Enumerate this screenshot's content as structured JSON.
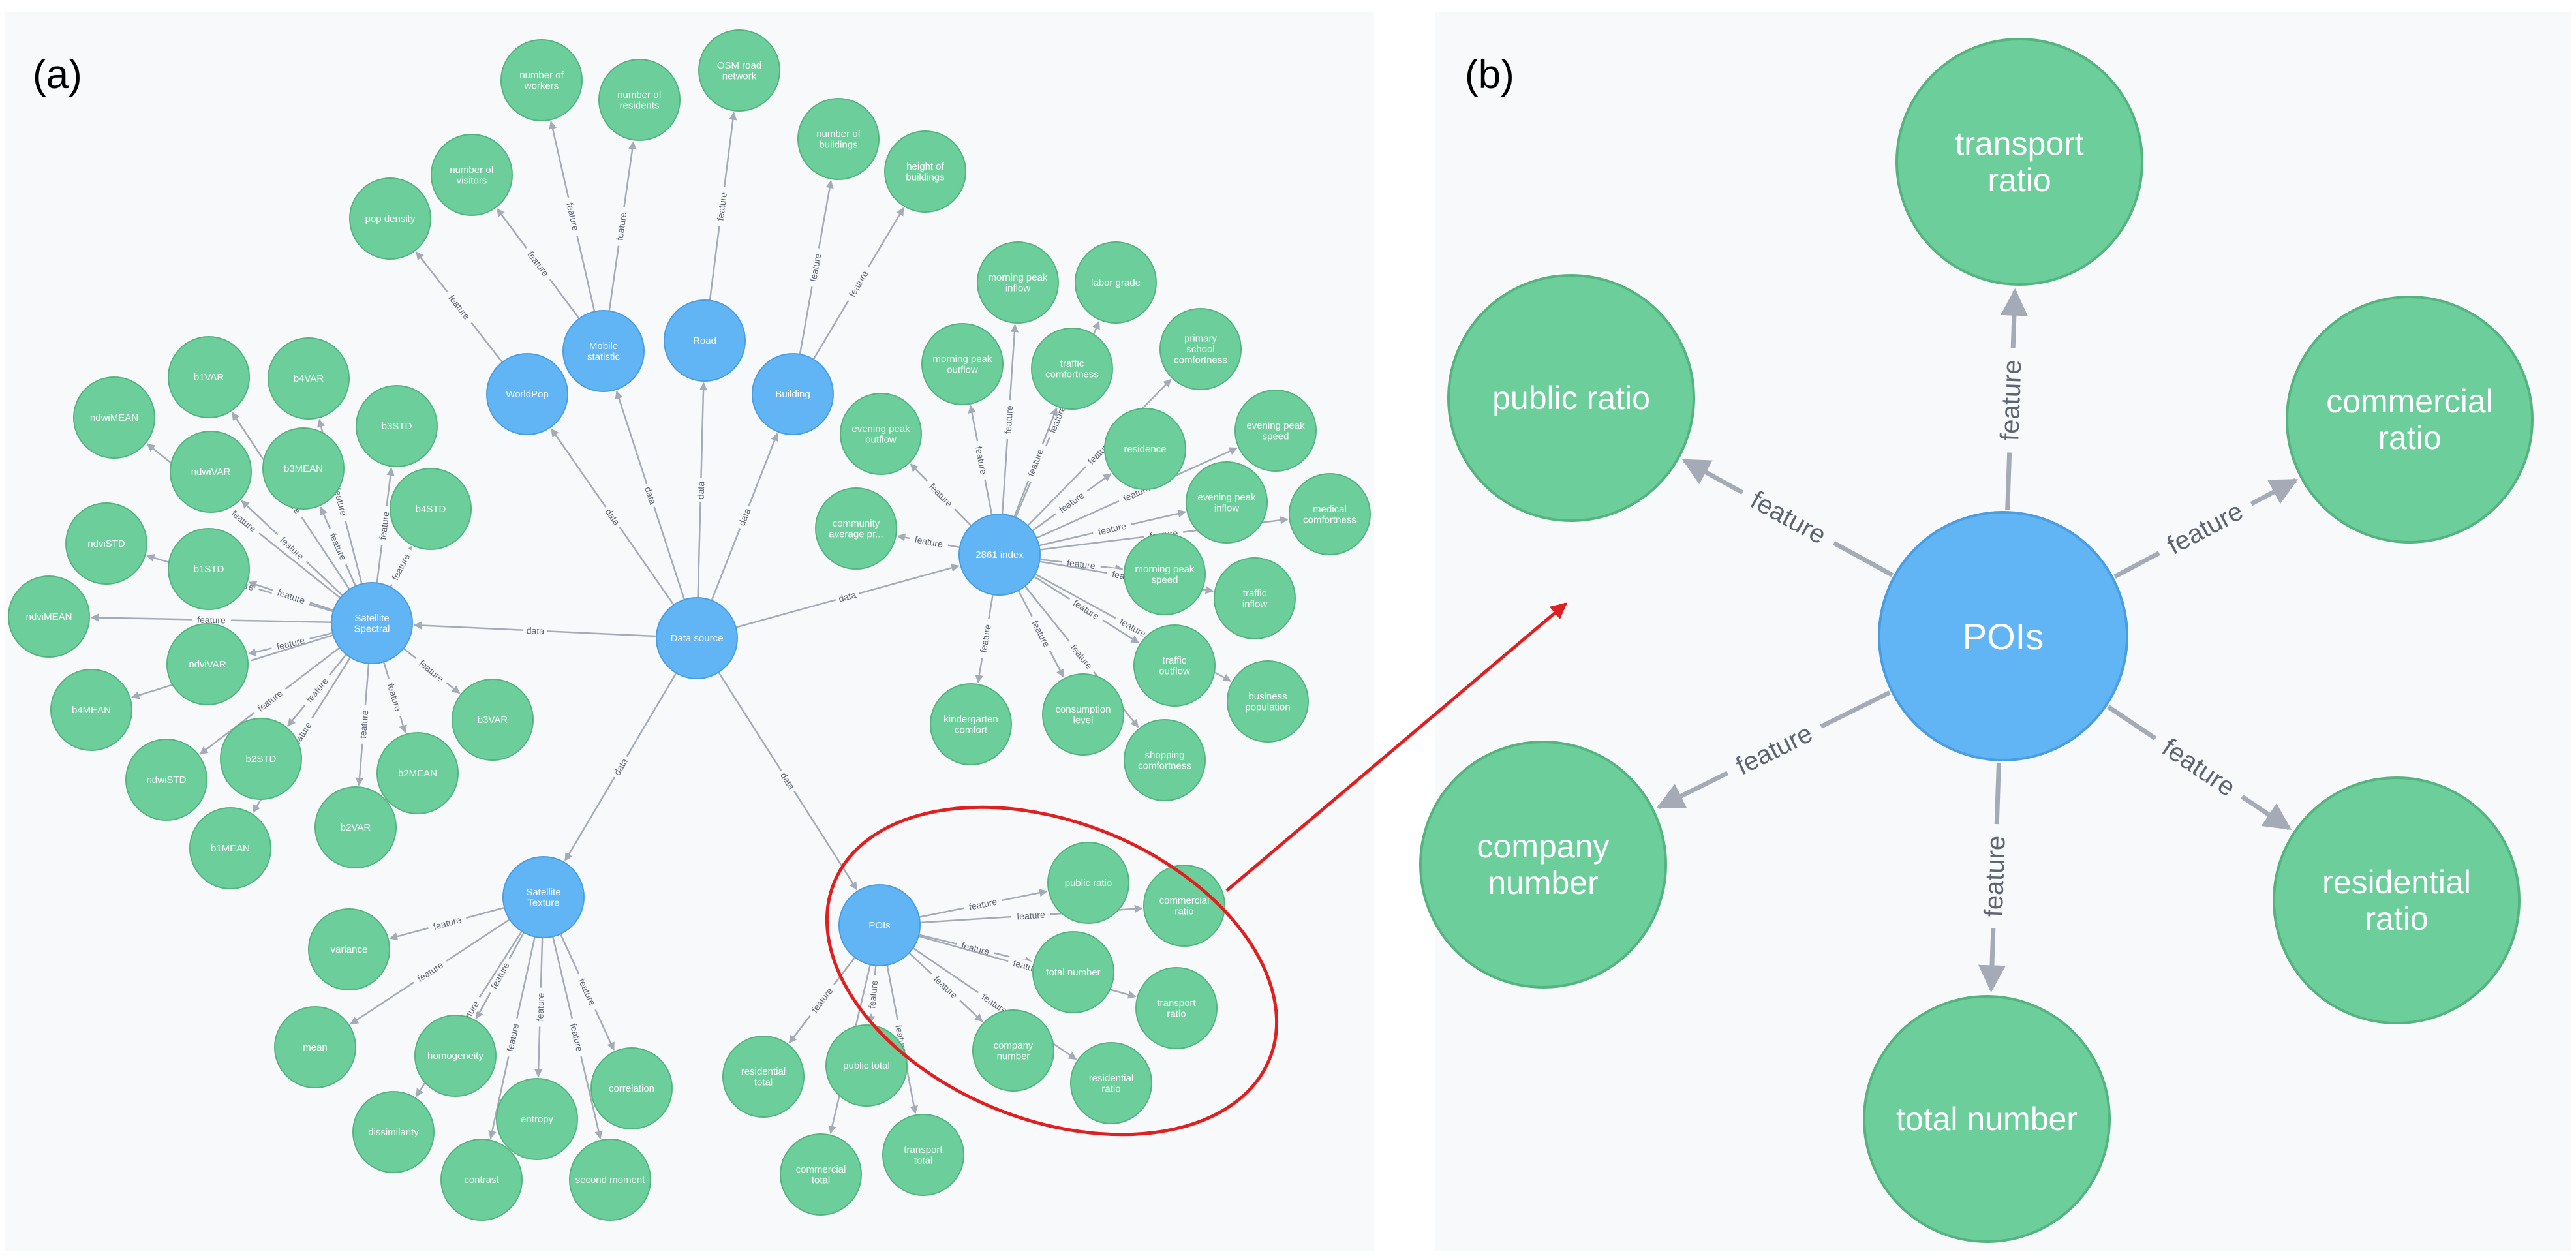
{
  "panels": {
    "a": {
      "label": "(a)"
    },
    "b": {
      "label": "(b)"
    }
  },
  "colors": {
    "feature_node": "#6ccf9b",
    "category_node": "#62b5f4",
    "edge": "#a5abb6",
    "highlight": "#e02020"
  },
  "graph_a": {
    "nodes": [
      {
        "id": "data_source",
        "label": "Data source",
        "kind": "category"
      },
      {
        "id": "worldpop",
        "label": "WorldPop",
        "kind": "category"
      },
      {
        "id": "mobile",
        "label": "Mobile statistic",
        "kind": "category"
      },
      {
        "id": "road",
        "label": "Road",
        "kind": "category"
      },
      {
        "id": "building",
        "label": "Building",
        "kind": "category"
      },
      {
        "id": "index2861",
        "label": "2861 index",
        "kind": "category"
      },
      {
        "id": "sat_spectral",
        "label": "Satellite Spectral",
        "kind": "category"
      },
      {
        "id": "sat_texture",
        "label": "Satellite Texture",
        "kind": "category"
      },
      {
        "id": "pois",
        "label": "POIs",
        "kind": "category"
      },
      {
        "id": "pop_density",
        "label": "pop density",
        "kind": "feature"
      },
      {
        "id": "num_visitors",
        "label": "number of visitors",
        "kind": "feature"
      },
      {
        "id": "num_workers",
        "label": "number of workers",
        "kind": "feature"
      },
      {
        "id": "num_residents",
        "label": "number of residents",
        "kind": "feature"
      },
      {
        "id": "osm_road",
        "label": "OSM road network",
        "kind": "feature"
      },
      {
        "id": "num_buildings",
        "label": "number of buildings",
        "kind": "feature"
      },
      {
        "id": "height_buildings",
        "label": "height of buildings",
        "kind": "feature"
      },
      {
        "id": "morning_peak_inflow",
        "label": "morning peak inflow",
        "kind": "feature"
      },
      {
        "id": "labor_grade",
        "label": "labor grade",
        "kind": "feature"
      },
      {
        "id": "morning_peak_outflow",
        "label": "morning peak outflow",
        "kind": "feature"
      },
      {
        "id": "traffic_comfortness",
        "label": "traffic comfortness",
        "kind": "feature"
      },
      {
        "id": "primary_school",
        "label": "primary school comfortness",
        "kind": "feature"
      },
      {
        "id": "evening_peak_outflow",
        "label": "evening peak outflow",
        "kind": "feature"
      },
      {
        "id": "residence",
        "label": "residence",
        "kind": "feature"
      },
      {
        "id": "evening_peak_speed",
        "label": "evening peak speed",
        "kind": "feature"
      },
      {
        "id": "community_avg",
        "label": "community average pr...",
        "kind": "feature"
      },
      {
        "id": "evening_peak_inflow",
        "label": "evening peak inflow",
        "kind": "feature"
      },
      {
        "id": "medical_comfortness",
        "label": "medical comfortness",
        "kind": "feature"
      },
      {
        "id": "morning_peak_speed",
        "label": "morning peak speed",
        "kind": "feature"
      },
      {
        "id": "traffic_inflow",
        "label": "traffic inflow",
        "kind": "feature"
      },
      {
        "id": "traffic_outflow",
        "label": "traffic outflow",
        "kind": "feature"
      },
      {
        "id": "business_population",
        "label": "business population",
        "kind": "feature"
      },
      {
        "id": "kindergarten",
        "label": "kindergarten comfort",
        "kind": "feature"
      },
      {
        "id": "consumption",
        "label": "consumption level",
        "kind": "feature"
      },
      {
        "id": "shopping",
        "label": "shopping comfortness",
        "kind": "feature"
      },
      {
        "id": "b1VAR",
        "label": "b1VAR",
        "kind": "feature"
      },
      {
        "id": "b4VAR",
        "label": "b4VAR",
        "kind": "feature"
      },
      {
        "id": "b3STD",
        "label": "b3STD",
        "kind": "feature"
      },
      {
        "id": "ndwiMEAN",
        "label": "ndwiMEAN",
        "kind": "feature"
      },
      {
        "id": "ndwiVAR",
        "label": "ndwiVAR",
        "kind": "feature"
      },
      {
        "id": "b3MEAN",
        "label": "b3MEAN",
        "kind": "feature"
      },
      {
        "id": "b4STD",
        "label": "b4STD",
        "kind": "feature"
      },
      {
        "id": "ndviSTD",
        "label": "ndviSTD",
        "kind": "feature"
      },
      {
        "id": "b1STD",
        "label": "b1STD",
        "kind": "feature"
      },
      {
        "id": "ndviMEAN",
        "label": "ndviMEAN",
        "kind": "feature"
      },
      {
        "id": "ndviVAR",
        "label": "ndviVAR",
        "kind": "feature"
      },
      {
        "id": "b4MEAN",
        "label": "b4MEAN",
        "kind": "feature"
      },
      {
        "id": "b3VAR",
        "label": "b3VAR",
        "kind": "feature"
      },
      {
        "id": "b2STD",
        "label": "b2STD",
        "kind": "feature"
      },
      {
        "id": "ndwiSTD",
        "label": "ndwiSTD",
        "kind": "feature"
      },
      {
        "id": "b2MEAN",
        "label": "b2MEAN",
        "kind": "feature"
      },
      {
        "id": "b1MEAN",
        "label": "b1MEAN",
        "kind": "feature"
      },
      {
        "id": "b2VAR",
        "label": "b2VAR",
        "kind": "feature"
      },
      {
        "id": "variance",
        "label": "variance",
        "kind": "feature"
      },
      {
        "id": "mean",
        "label": "mean",
        "kind": "feature"
      },
      {
        "id": "homogeneity",
        "label": "homogeneity",
        "kind": "feature"
      },
      {
        "id": "dissimilarity",
        "label": "dissimilarity",
        "kind": "feature"
      },
      {
        "id": "entropy",
        "label": "entropy",
        "kind": "feature"
      },
      {
        "id": "correlation",
        "label": "correlation",
        "kind": "feature"
      },
      {
        "id": "contrast",
        "label": "contrast",
        "kind": "feature"
      },
      {
        "id": "second_moment",
        "label": "second moment",
        "kind": "feature"
      },
      {
        "id": "a_public_ratio",
        "label": "public ratio",
        "kind": "feature"
      },
      {
        "id": "a_commercial_ratio",
        "label": "commercial ratio",
        "kind": "feature"
      },
      {
        "id": "a_total_number",
        "label": "total number",
        "kind": "feature"
      },
      {
        "id": "a_transport_ratio",
        "label": "transport ratio",
        "kind": "feature"
      },
      {
        "id": "a_company_number",
        "label": "company number",
        "kind": "feature"
      },
      {
        "id": "a_residential_ratio",
        "label": "residential ratio",
        "kind": "feature"
      },
      {
        "id": "residential_total",
        "label": "residential total",
        "kind": "feature"
      },
      {
        "id": "public_total",
        "label": "public total",
        "kind": "feature"
      },
      {
        "id": "commercial_total",
        "label": "commercial total",
        "kind": "feature"
      },
      {
        "id": "transport_total",
        "label": "transport total",
        "kind": "feature"
      }
    ],
    "edges": [
      {
        "from": "data_source",
        "to": "worldpop",
        "label": "data"
      },
      {
        "from": "data_source",
        "to": "mobile",
        "label": "data"
      },
      {
        "from": "data_source",
        "to": "road",
        "label": "data"
      },
      {
        "from": "data_source",
        "to": "building",
        "label": "data"
      },
      {
        "from": "data_source",
        "to": "index2861",
        "label": "data"
      },
      {
        "from": "data_source",
        "to": "sat_spectral",
        "label": "data"
      },
      {
        "from": "data_source",
        "to": "sat_texture",
        "label": "data"
      },
      {
        "from": "data_source",
        "to": "pois",
        "label": "data"
      },
      {
        "from": "worldpop",
        "to": "pop_density",
        "label": "feature"
      },
      {
        "from": "mobile",
        "to": "num_visitors",
        "label": "feature"
      },
      {
        "from": "mobile",
        "to": "num_workers",
        "label": "feature"
      },
      {
        "from": "mobile",
        "to": "num_residents",
        "label": "feature"
      },
      {
        "from": "road",
        "to": "osm_road",
        "label": "feature"
      },
      {
        "from": "building",
        "to": "num_buildings",
        "label": "feature"
      },
      {
        "from": "building",
        "to": "height_buildings",
        "label": "feature"
      },
      {
        "from": "index2861",
        "to": "morning_peak_inflow",
        "label": "feature"
      },
      {
        "from": "index2861",
        "to": "labor_grade",
        "label": "feature"
      },
      {
        "from": "index2861",
        "to": "morning_peak_outflow",
        "label": "feature"
      },
      {
        "from": "index2861",
        "to": "traffic_comfortness",
        "label": "feature"
      },
      {
        "from": "index2861",
        "to": "primary_school",
        "label": "feature"
      },
      {
        "from": "index2861",
        "to": "evening_peak_outflow",
        "label": "feature"
      },
      {
        "from": "index2861",
        "to": "residence",
        "label": "feature"
      },
      {
        "from": "index2861",
        "to": "evening_peak_speed",
        "label": "feature"
      },
      {
        "from": "index2861",
        "to": "community_avg",
        "label": "feature"
      },
      {
        "from": "index2861",
        "to": "evening_peak_inflow",
        "label": "feature"
      },
      {
        "from": "index2861",
        "to": "medical_comfortness",
        "label": "feature"
      },
      {
        "from": "index2861",
        "to": "morning_peak_speed",
        "label": "feature"
      },
      {
        "from": "index2861",
        "to": "traffic_inflow",
        "label": "feature"
      },
      {
        "from": "index2861",
        "to": "traffic_outflow",
        "label": "feature"
      },
      {
        "from": "index2861",
        "to": "business_population",
        "label": "feature"
      },
      {
        "from": "index2861",
        "to": "kindergarten",
        "label": "feature"
      },
      {
        "from": "index2861",
        "to": "consumption",
        "label": "feature"
      },
      {
        "from": "index2861",
        "to": "shopping",
        "label": "feature"
      },
      {
        "from": "sat_spectral",
        "to": "b1VAR",
        "label": "feature"
      },
      {
        "from": "sat_spectral",
        "to": "b4VAR",
        "label": "feature"
      },
      {
        "from": "sat_spectral",
        "to": "b3STD",
        "label": "feature"
      },
      {
        "from": "sat_spectral",
        "to": "ndwiMEAN",
        "label": "feature"
      },
      {
        "from": "sat_spectral",
        "to": "ndwiVAR",
        "label": "feature"
      },
      {
        "from": "sat_spectral",
        "to": "b3MEAN",
        "label": "feature"
      },
      {
        "from": "sat_spectral",
        "to": "b4STD",
        "label": "feature"
      },
      {
        "from": "sat_spectral",
        "to": "ndviSTD",
        "label": "feature"
      },
      {
        "from": "sat_spectral",
        "to": "b1STD",
        "label": "feature"
      },
      {
        "from": "sat_spectral",
        "to": "ndviMEAN",
        "label": "feature"
      },
      {
        "from": "sat_spectral",
        "to": "ndviVAR",
        "label": "feature"
      },
      {
        "from": "sat_spectral",
        "to": "b4MEAN",
        "label": "feature"
      },
      {
        "from": "sat_spectral",
        "to": "b3VAR",
        "label": "feature"
      },
      {
        "from": "sat_spectral",
        "to": "b2STD",
        "label": "feature"
      },
      {
        "from": "sat_spectral",
        "to": "ndwiSTD",
        "label": "feature"
      },
      {
        "from": "sat_spectral",
        "to": "b2MEAN",
        "label": "feature"
      },
      {
        "from": "sat_spectral",
        "to": "b1MEAN",
        "label": "feature"
      },
      {
        "from": "sat_spectral",
        "to": "b2VAR",
        "label": "feature"
      },
      {
        "from": "sat_texture",
        "to": "variance",
        "label": "feature"
      },
      {
        "from": "sat_texture",
        "to": "mean",
        "label": "feature"
      },
      {
        "from": "sat_texture",
        "to": "homogeneity",
        "label": "feature"
      },
      {
        "from": "sat_texture",
        "to": "dissimilarity",
        "label": "feature"
      },
      {
        "from": "sat_texture",
        "to": "entropy",
        "label": "feature"
      },
      {
        "from": "sat_texture",
        "to": "correlation",
        "label": "feature"
      },
      {
        "from": "sat_texture",
        "to": "contrast",
        "label": "feature"
      },
      {
        "from": "sat_texture",
        "to": "second_moment",
        "label": "feature"
      },
      {
        "from": "pois",
        "to": "a_public_ratio",
        "label": "feature"
      },
      {
        "from": "pois",
        "to": "a_commercial_ratio",
        "label": "feature"
      },
      {
        "from": "pois",
        "to": "a_total_number",
        "label": "feature"
      },
      {
        "from": "pois",
        "to": "a_transport_ratio",
        "label": "feature"
      },
      {
        "from": "pois",
        "to": "a_company_number",
        "label": "feature"
      },
      {
        "from": "pois",
        "to": "a_residential_ratio",
        "label": "feature"
      },
      {
        "from": "pois",
        "to": "residential_total",
        "label": "feature"
      },
      {
        "from": "pois",
        "to": "public_total",
        "label": "feature"
      },
      {
        "from": "pois",
        "to": "commercial_total",
        "label": "feature"
      },
      {
        "from": "pois",
        "to": "transport_total",
        "label": "feature"
      }
    ]
  },
  "graph_b": {
    "center": {
      "id": "b_pois",
      "label": "POIs"
    },
    "nodes": [
      {
        "id": "b_transport_ratio",
        "label": "transport ratio"
      },
      {
        "id": "b_public_ratio",
        "label": "public ratio"
      },
      {
        "id": "b_commercial_ratio",
        "label": "commercial ratio"
      },
      {
        "id": "b_company_number",
        "label": "company number"
      },
      {
        "id": "b_residential_ratio",
        "label": "residential ratio"
      },
      {
        "id": "b_total_number",
        "label": "total number"
      }
    ],
    "edge_label": "feature"
  }
}
